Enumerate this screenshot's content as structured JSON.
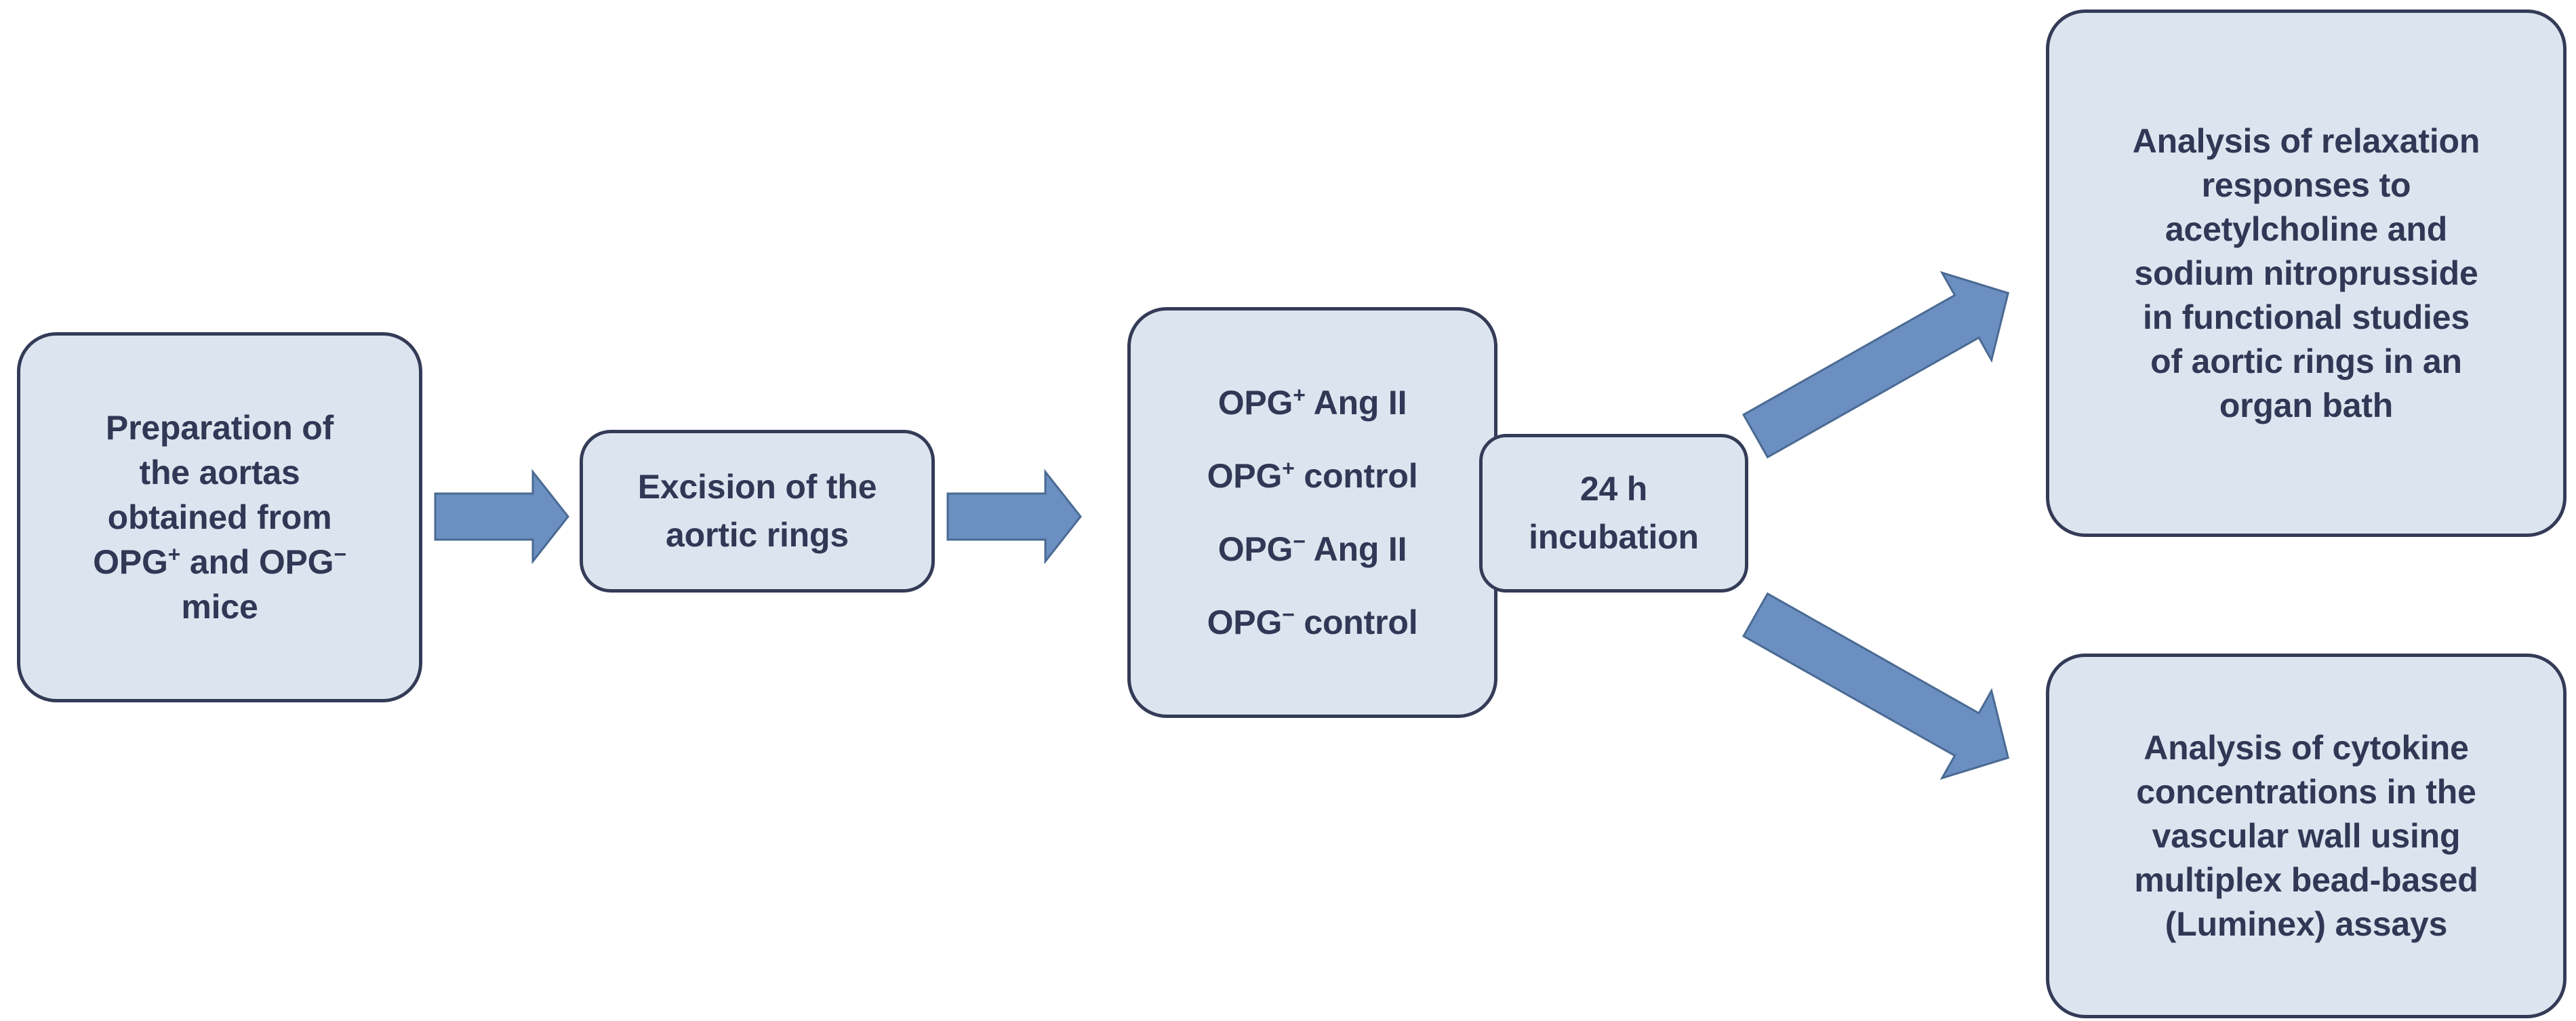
{
  "diagram": {
    "title": "Experimental workflow of aortic ring study in OPG+ and OPG- mice",
    "type": "flowchart",
    "colors": {
      "node_fill": "#dce5ef",
      "node_border": "#343b57",
      "node_text": "#303856",
      "arrow_fill": "#6b8fc0",
      "arrow_border": "#4a6a93",
      "background": "#ffffff"
    },
    "nodes": [
      {
        "id": "preparation",
        "lines": [
          "Preparation of",
          "the aortas",
          "obtained from",
          "OPG+ and OPG-",
          "mice"
        ],
        "line1": "Preparation of",
        "line2": "the aortas",
        "line3": "obtained from",
        "line4_a": "OPG",
        "line4_sup_a": "+",
        "line4_b": " and OPG",
        "line4_sup_b": "−",
        "line5": "mice"
      },
      {
        "id": "excision",
        "line1": "Excision of the",
        "line2": "aortic rings"
      },
      {
        "id": "groups",
        "items": [
          {
            "prefix": "OPG",
            "sup": "+",
            "suffix": " Ang II"
          },
          {
            "prefix": "OPG",
            "sup": "+",
            "suffix": " control"
          },
          {
            "prefix": "OPG",
            "sup": "−",
            "suffix": " Ang II"
          },
          {
            "prefix": "OPG",
            "sup": "−",
            "suffix": " control"
          }
        ],
        "item1_prefix": "OPG",
        "item1_sup": "+",
        "item1_suffix": " Ang II",
        "item2_prefix": "OPG",
        "item2_sup": "+",
        "item2_suffix": " control",
        "item3_prefix": "OPG",
        "item3_sup": "−",
        "item3_suffix": " Ang II",
        "item4_prefix": "OPG",
        "item4_sup": "−",
        "item4_suffix": " control"
      },
      {
        "id": "incubation",
        "line1": "24 h",
        "line2": "incubation"
      },
      {
        "id": "relaxation-analysis",
        "line1": "Analysis of relaxation",
        "line2": "responses to",
        "line3": "acetylcholine and",
        "line4": "sodium nitroprusside",
        "line5": "in functional studies",
        "line6": "of aortic rings in an",
        "line7": "organ bath"
      },
      {
        "id": "cytokine-analysis",
        "line1": "Analysis of cytokine",
        "line2": "concentrations in the",
        "line3": "vascular wall using",
        "line4": "multiplex bead-based",
        "line5": "(Luminex) assays"
      }
    ],
    "arrows": [
      {
        "id": "prep-to-excision",
        "direction": "right"
      },
      {
        "id": "excision-to-groups",
        "direction": "right"
      },
      {
        "id": "incubation-to-relaxation",
        "direction": "up-right"
      },
      {
        "id": "incubation-to-cytokine",
        "direction": "down-right"
      }
    ]
  }
}
